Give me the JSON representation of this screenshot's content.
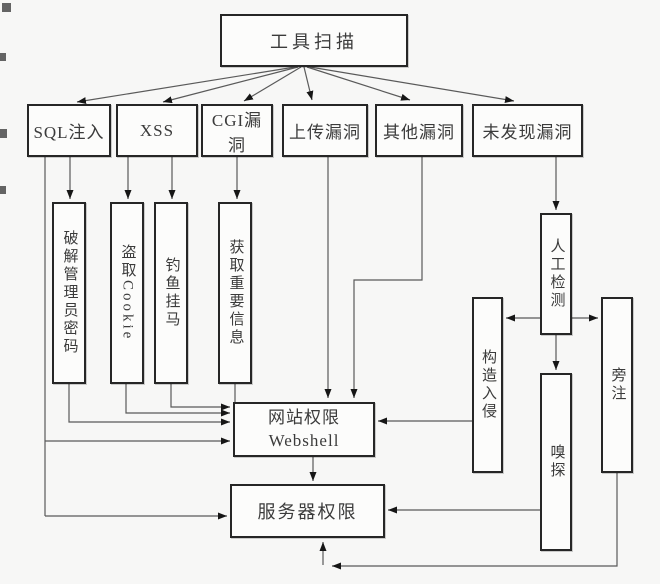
{
  "diagram": {
    "title_hint": "web-penetration-flowchart",
    "colors": {
      "background": "#f7f7f6",
      "box_border": "#262626",
      "line": "#5a5a5a",
      "arrowhead": "#161616",
      "text": "#3b3b3b"
    },
    "nodes": {
      "tool_scan": {
        "label": "工具扫描"
      },
      "sql_injection": {
        "label": "SQL注入"
      },
      "xss": {
        "label": "XSS"
      },
      "cgi_vuln": {
        "label": "CGI漏洞"
      },
      "upload_vuln": {
        "label": "上传漏洞"
      },
      "other_vuln": {
        "label": "其他漏洞"
      },
      "no_vuln_found": {
        "label": "未发现漏洞"
      },
      "crack_admin_password": {
        "label": "破解管理员密码"
      },
      "steal_cookie": {
        "label": "盗取Cookie"
      },
      "phishing_trojan": {
        "label": "钓鱼挂马"
      },
      "get_key_info": {
        "label": "获取重要信息"
      },
      "manual_detection": {
        "label": "人工检测"
      },
      "construct_intrusion": {
        "label": "构造入侵"
      },
      "side_note": {
        "label": "旁注"
      },
      "sniffing": {
        "label": "嗅探"
      },
      "webshell": {
        "label_line1": "网站权限",
        "label_line2": "Webshell"
      },
      "server_privilege": {
        "label": "服务器权限"
      }
    },
    "edges": [
      {
        "from": "工具扫描",
        "to": "SQL注入"
      },
      {
        "from": "工具扫描",
        "to": "XSS"
      },
      {
        "from": "工具扫描",
        "to": "CGI漏洞"
      },
      {
        "from": "工具扫描",
        "to": "上传漏洞"
      },
      {
        "from": "工具扫描",
        "to": "其他漏洞"
      },
      {
        "from": "工具扫描",
        "to": "未发现漏洞"
      },
      {
        "from": "SQL注入",
        "to": "破解管理员密码"
      },
      {
        "from": "SQL注入",
        "to": "网站权限Webshell"
      },
      {
        "from": "SQL注入",
        "to": "服务器权限"
      },
      {
        "from": "XSS",
        "to": "盗取Cookie"
      },
      {
        "from": "XSS",
        "to": "钓鱼挂马"
      },
      {
        "from": "CGI漏洞",
        "to": "获取重要信息"
      },
      {
        "from": "上传漏洞",
        "to": "网站权限Webshell"
      },
      {
        "from": "其他漏洞",
        "to": "网站权限Webshell"
      },
      {
        "from": "未发现漏洞",
        "to": "人工检测"
      },
      {
        "from": "破解管理员密码",
        "to": "网站权限Webshell"
      },
      {
        "from": "盗取Cookie",
        "to": "网站权限Webshell"
      },
      {
        "from": "钓鱼挂马",
        "to": "网站权限Webshell"
      },
      {
        "from": "获取重要信息",
        "to": "网站权限Webshell"
      },
      {
        "from": "人工检测",
        "to": "构造入侵"
      },
      {
        "from": "人工检测",
        "to": "旁注"
      },
      {
        "from": "人工检测",
        "to": "嗅探"
      },
      {
        "from": "构造入侵",
        "to": "网站权限Webshell"
      },
      {
        "from": "嗅探",
        "to": "服务器权限"
      },
      {
        "from": "网站权限Webshell",
        "to": "服务器权限"
      },
      {
        "from": "旁注",
        "to": "服务器权限"
      }
    ]
  }
}
